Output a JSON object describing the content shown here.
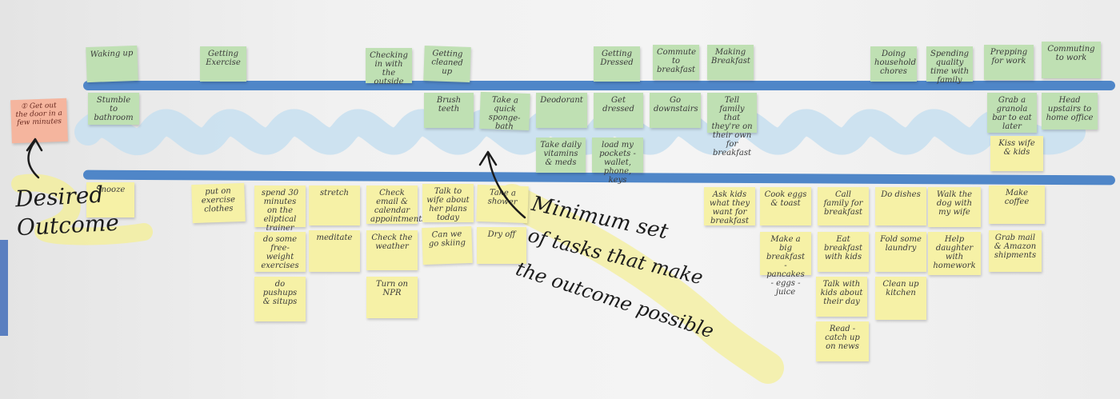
{
  "photo": {
    "desired_outcome": "Desired\nOutcome",
    "minimum_set": [
      "Minimum set",
      "of tasks that make",
      "the outcome possible"
    ],
    "outcome_note": "① Get out the door in a few minutes",
    "activities": [
      "Waking up",
      "Getting Exercise",
      "Checking in with the outside",
      "Getting cleaned up",
      "Getting Dressed",
      "Commute to breakfast",
      "Making Breakfast",
      "Doing household chores",
      "Spending quality time with family",
      "Prepping for work",
      "Commuting to work"
    ],
    "mvp_tasks": [
      "Stumble to bathroom",
      "Brush teeth",
      "Take a quick sponge-bath",
      "Deodorant",
      "Get dressed",
      "Go downstairs",
      "Tell family that they're on their own for breakfast",
      "Grab a granola bar to eat later",
      "Head upstairs to home office",
      "Take daily vitamins & meds",
      "load my pockets - wallet, phone, keys",
      "Kiss wife & kids"
    ],
    "later_tasks": [
      "Snooze",
      "put on exercise clothes",
      "spend 30 minutes on the eliptical trainer",
      "stretch",
      "Check email & calendar appointments",
      "Talk to wife about her plans today",
      "Take a shower",
      "Ask kids what they want for breakfast",
      "Cook eggs & toast",
      "Call family for breakfast",
      "Do dishes",
      "Walk the dog with my wife",
      "Make coffee",
      "do some free-weight exercises",
      "meditate",
      "Check the weather",
      "Can we go skiing",
      "Dry off",
      "Make a big breakfast - pancakes - eggs - juice",
      "Eat breakfast with kids",
      "Fold some laundry",
      "Help daughter with homework",
      "Grab mail & Amazon shipments",
      "do pushups & situps",
      "Turn on NPR",
      "Talk with kids about their day",
      "Clean up kitchen",
      "Read - catch up on news"
    ]
  }
}
